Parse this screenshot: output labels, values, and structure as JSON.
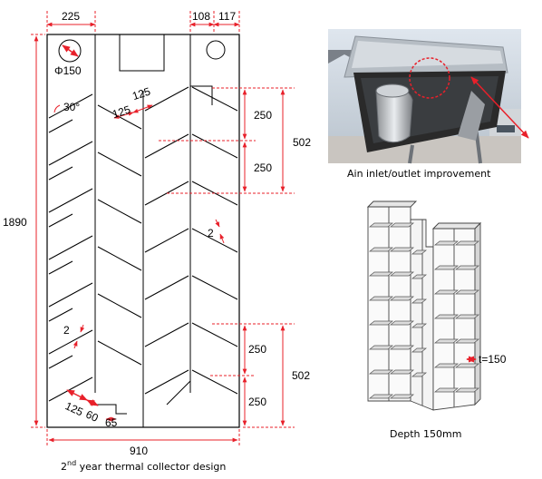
{
  "colors": {
    "dimension": "#e8202a",
    "outline": "#000000",
    "photo_dark": "#2a2a2a",
    "photo_frame": "#9aa3ad"
  },
  "drawing": {
    "dims_top": [
      "225",
      "108",
      "117"
    ],
    "dim_phi": "Φ150",
    "dim_angle": "30°",
    "dims_125_top": [
      "125",
      "125"
    ],
    "dims_right_top": [
      "250",
      "250",
      "502"
    ],
    "dims_right_bottom": [
      "250",
      "250",
      "502"
    ],
    "dim_left_height": "1890",
    "dim_gap_right": "2",
    "dim_gap_left": "2",
    "dims_bottom_left": [
      "125",
      "60",
      "65"
    ],
    "dim_width": "910",
    "caption_prefix": "2",
    "caption_superscript": "nd",
    "caption_rest": " year thermal collector design"
  },
  "photo": {
    "caption": "Ain inlet/outlet improvement"
  },
  "frame3d": {
    "dim_thickness": "t=150",
    "caption": "Depth 150mm"
  }
}
